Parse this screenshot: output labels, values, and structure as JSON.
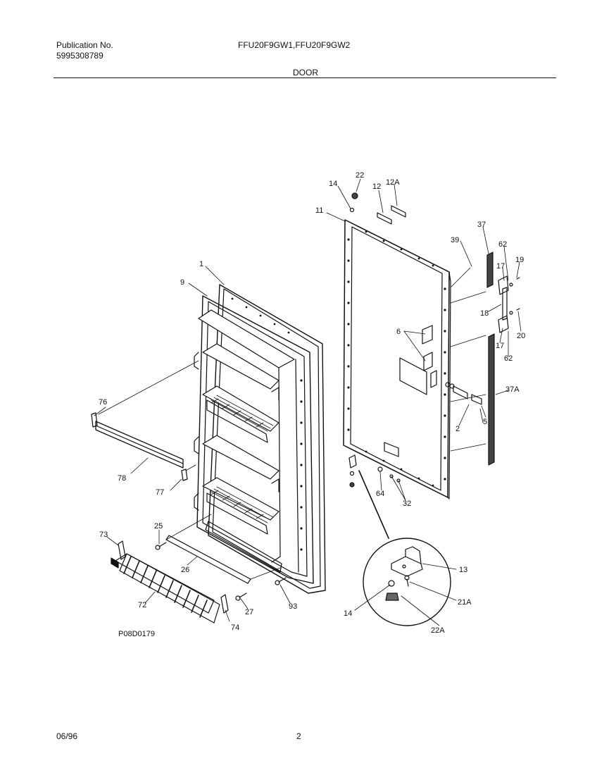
{
  "header": {
    "publication_label": "Publication No.",
    "publication_number": "5995308789",
    "model_numbers": "FFU20F9GW1,FFU20F9GW2",
    "section_title": "DOOR"
  },
  "diagram": {
    "figure_code": "P08D0179",
    "callouts": {
      "c1": "1",
      "c9": "9",
      "c76": "76",
      "c78": "78",
      "c77": "77",
      "c73": "73",
      "c25": "25",
      "c26": "26",
      "c72": "72",
      "c74": "74",
      "c27": "27",
      "c93": "93",
      "c14a": "14",
      "c22": "22",
      "c12": "12",
      "c12A": "12A",
      "c11": "11",
      "c37": "37",
      "c39": "39",
      "c62a": "62",
      "c19": "19",
      "c17a": "17",
      "c18": "18",
      "c20": "20",
      "c17b": "17",
      "c62b": "62",
      "c6": "6",
      "c37A": "37A",
      "c2": "2",
      "c5": "5",
      "c64": "64",
      "c32": "32",
      "c13": "13",
      "c21A": "21A",
      "c14b": "14",
      "c22A": "22A"
    }
  },
  "footer": {
    "date": "06/96",
    "page": "2"
  }
}
